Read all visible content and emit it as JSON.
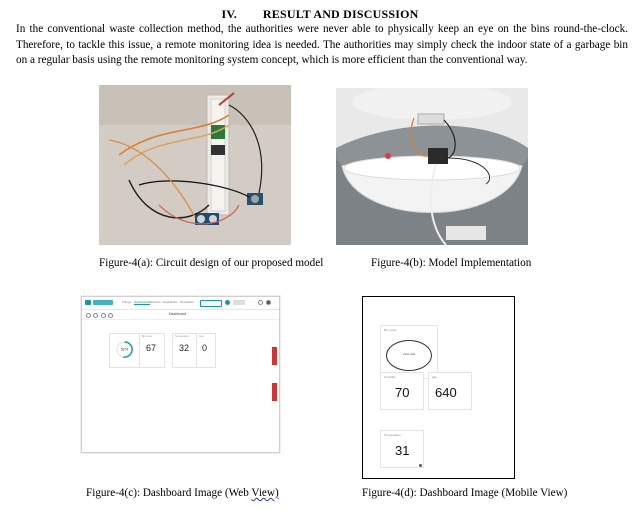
{
  "section": {
    "number": "IV.",
    "title": "RESULT AND DISCUSSION"
  },
  "paragraph": "In the conventional waste collection method, the authorities were never able to physically keep an eye on the bins round-the-clock. Therefore, to tackle this issue, a remote monitoring idea is needed. The authorities may simply check the indoor state of a garbage bin on a regular basis using the remote monitoring system concept, which is more efficient than the conventional way.",
  "figures": {
    "a": {
      "caption": "Figure-4(a): Circuit design of our proposed model"
    },
    "b": {
      "caption": "Figure-4(b): Model Implementation"
    },
    "c": {
      "caption_prefix": "Figure-4(c): Dashboard Image (Web ",
      "caption_squiggle": "View)"
    },
    "d": {
      "caption": "Figure-4(d): Dashboard Image (Mobile View)"
    }
  },
  "web_dashboard": {
    "subtitle": "Dashboard",
    "nav": [
      "Things",
      "Dashboards",
      "Devices",
      "Integrations",
      "Templates"
    ],
    "gauge_value": "52%",
    "gauge_fraction": 0.52,
    "cards": [
      {
        "label": "Bin Level",
        "value": "67"
      },
      {
        "label": "Temperature",
        "value": "32"
      },
      {
        "label": "Gas",
        "value": "0"
      }
    ],
    "accent_color": "#0e9aa7",
    "side_tab_color": "#d33333"
  },
  "mobile_dashboard": {
    "bin_level_label": "Bin Level",
    "ellipse_text": "status data",
    "humidity_label": "Humidity",
    "humidity_value": "70",
    "gas_label": "gas",
    "gas_value": "640",
    "temperature_label": "Temperature",
    "temperature_value": "31"
  }
}
